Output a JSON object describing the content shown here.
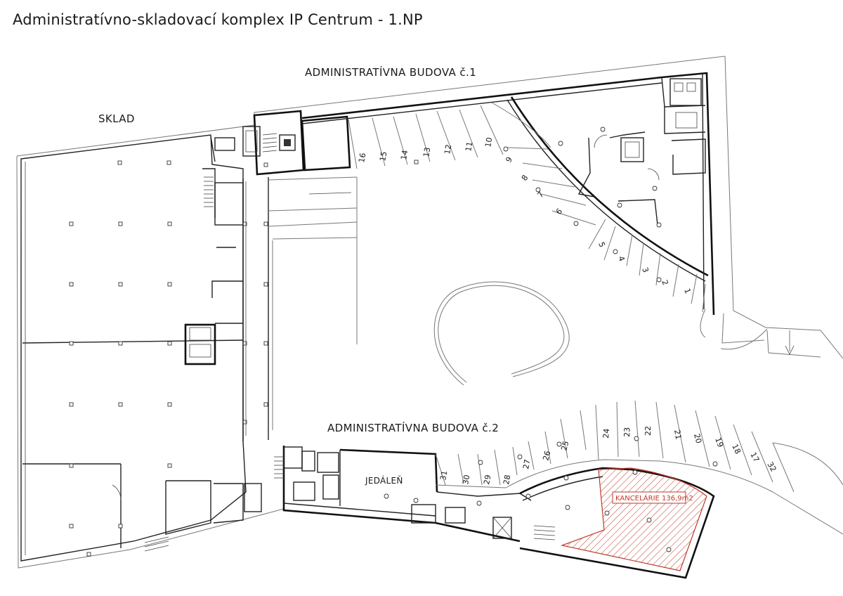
{
  "title": "Administratívno-skladovací komplex IP Centrum - 1.NP",
  "labels": {
    "admin1": "ADMINISTRATÍVNA BUDOVA č.1",
    "admin2": "ADMINISTRATÍVNA BUDOVA č.2",
    "sklad": "SKLAD",
    "jedalen": "JEDÁLEŇ",
    "kancelarie": "KANCELÁRIE 136,9m2"
  },
  "parking_upper": [
    "16",
    "15",
    "14",
    "13",
    "12",
    "11",
    "10",
    "9",
    "8",
    "7",
    "6",
    "5",
    "4",
    "3",
    "2",
    "1"
  ],
  "parking_lower": [
    "31",
    "30",
    "29",
    "28",
    "27",
    "26",
    "25",
    "24",
    "23",
    "22",
    "21",
    "20",
    "19",
    "18",
    "17",
    "32"
  ],
  "colors": {
    "line": "#222222",
    "highlight": "#c0392b"
  }
}
